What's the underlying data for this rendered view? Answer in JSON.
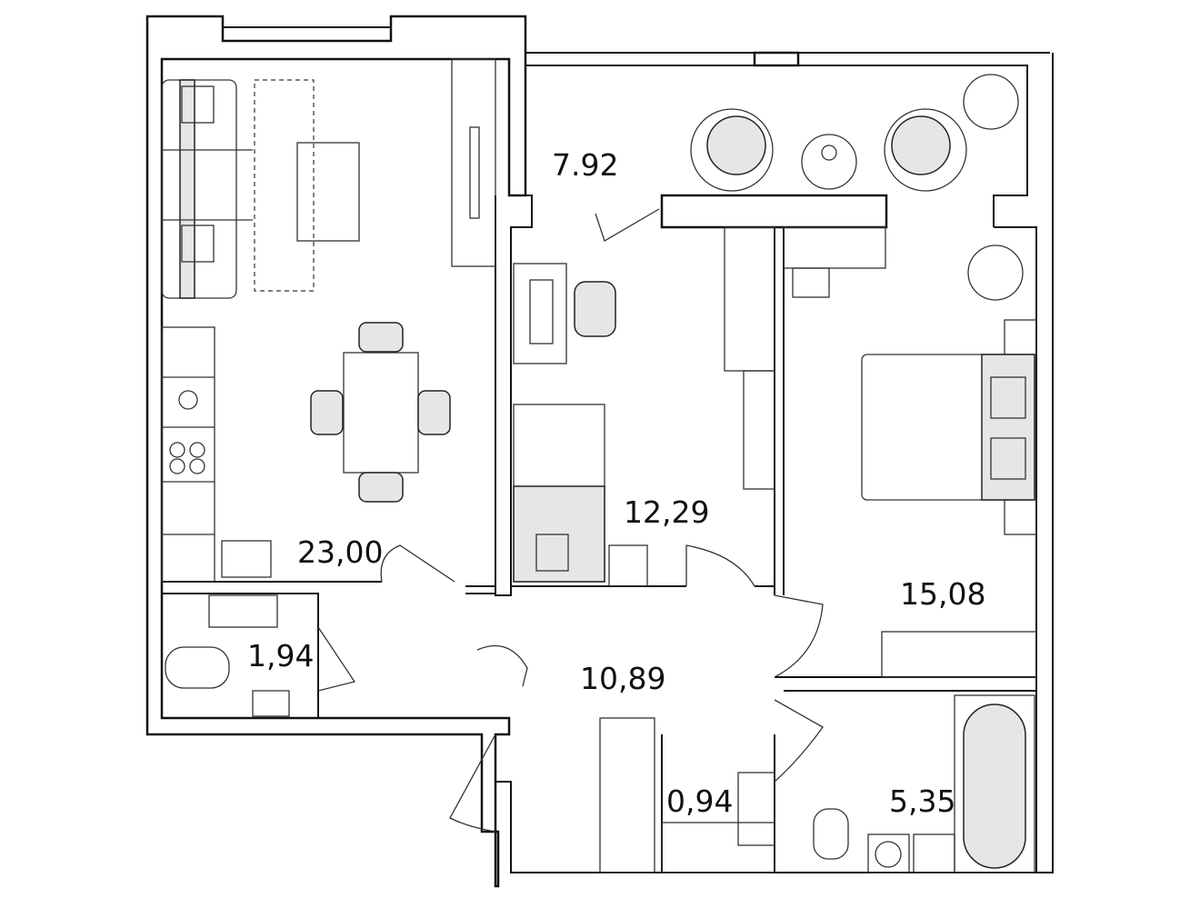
{
  "rooms": [
    {
      "id": "balcony",
      "area": "7.92"
    },
    {
      "id": "living-kitchen",
      "area": "23,00"
    },
    {
      "id": "study",
      "area": "12,29"
    },
    {
      "id": "bedroom",
      "area": "15,08"
    },
    {
      "id": "wc",
      "area": "1,94"
    },
    {
      "id": "hall",
      "area": "10,89"
    },
    {
      "id": "closet",
      "area": "0,94"
    },
    {
      "id": "bathroom",
      "area": "5,35"
    }
  ],
  "colors": {
    "wall": "#111111",
    "furniture_fill": "#e6e6e6",
    "background": "#ffffff"
  }
}
